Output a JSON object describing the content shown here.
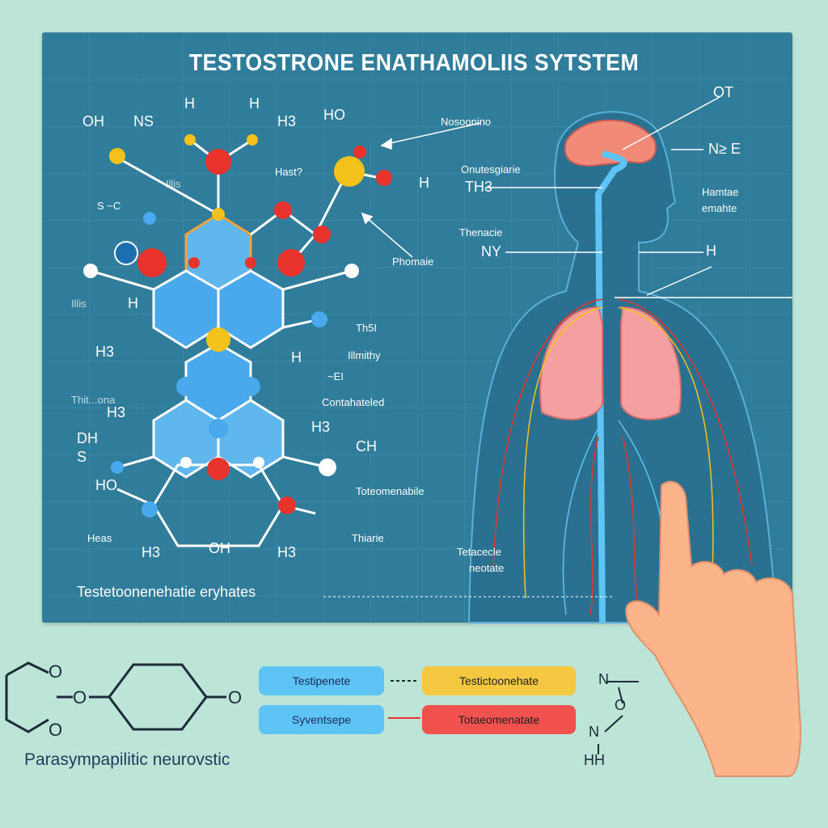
{
  "title": "TESTOSTRONE ENATHAMOLIIS SYTSTEM",
  "molecule_labels": [
    "OH",
    "NS",
    "H",
    "H",
    "H3",
    "HO",
    "Hast?",
    "Illis",
    "S ~C",
    "H",
    "Illis",
    "H",
    "H3",
    "Th5I",
    "Illmithy",
    "H",
    "Thit...ona",
    "H3",
    "~EI",
    "Contahateled",
    "DH",
    "S",
    "H3",
    "CH",
    "HO",
    "Toteomenabile",
    "Heas",
    "H3",
    "OH",
    "H3",
    "Thiarie"
  ],
  "arrow_labels": {
    "nosoonino": "Nosoonino",
    "phomaie": "Phomaie"
  },
  "body_labels": {
    "onut": "Onutesgiarie",
    "th3": "TH3",
    "then": "Thenacie",
    "ny": "NY",
    "ot": "OT",
    "ne": "N≥ E",
    "ham1": "Hamtae",
    "ham2": "emahte",
    "h": "H",
    "tet1": "Tetacecle",
    "tet2": "neotate"
  },
  "footer": "Testetoonenehatie eryhates",
  "bottom_caption": "Parasympapilitic neurovstic",
  "chips": [
    {
      "label": "Testipenete",
      "color": "#5ec4f5"
    },
    {
      "label": "Testictoonehate",
      "color": "#f5c842"
    },
    {
      "label": "Syventsepe",
      "color": "#5ec4f5"
    },
    {
      "label": "Totaeomenatate",
      "color": "#f2524e"
    }
  ],
  "right_struct": {
    "n1": "N",
    "o": "O",
    "n2": "N",
    "hh": "HH"
  },
  "left_struct": {
    "o1": "O",
    "o2": "O",
    "o3": "O",
    "o4": "O"
  },
  "colors": {
    "panel": "#2f7c9b",
    "background": "#bde5d7",
    "atom_red": "#e8322c",
    "atom_yellow": "#f5c21b",
    "atom_blue": "#4aa8ec"
  }
}
